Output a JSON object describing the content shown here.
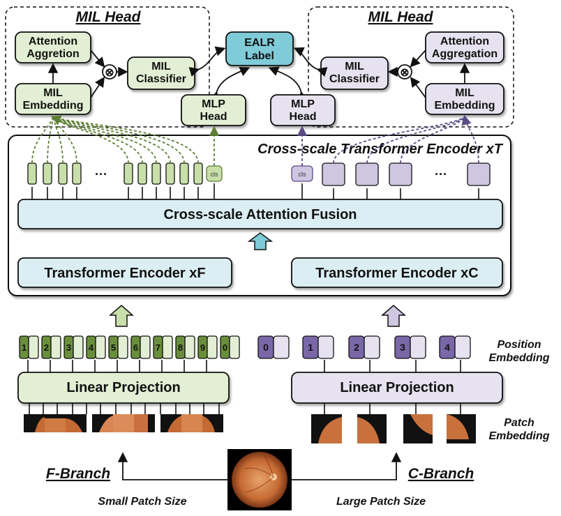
{
  "mil_left": {
    "title": "MIL Head",
    "attention": [
      "Attention",
      "Aggretion"
    ],
    "embedding": [
      "MIL",
      "Embedding"
    ],
    "classifier": [
      "MIL",
      "Classifier"
    ],
    "multiply": "⊗"
  },
  "mil_right": {
    "title": "MIL Head",
    "attention": [
      "Attention",
      "Aggregation"
    ],
    "embedding": [
      "MIL",
      "Embedding"
    ],
    "classifier": [
      "MIL",
      "Classifier"
    ],
    "multiply": "⊗"
  },
  "ealr": [
    "EALR",
    "Label"
  ],
  "mlp_left": [
    "MLP",
    "Head"
  ],
  "mlp_right": [
    "MLP",
    "Head"
  ],
  "encoder": {
    "title": "Cross-scale Transformer Encoder xT",
    "fusion": "Cross-scale Attention Fusion",
    "enc_f": "Transformer Encoder xF",
    "enc_c": "Transformer Encoder xC",
    "cls": "cls",
    "ellipsis": "···"
  },
  "position_embedding": [
    "Position",
    "Embedding"
  ],
  "patch_embedding": [
    "Patch",
    "Embedding"
  ],
  "f_tokens": [
    "1",
    "2",
    "3",
    "4",
    "5",
    "6",
    "7",
    "8",
    "9",
    "0"
  ],
  "c_tokens": [
    "0",
    "1",
    "2",
    "3",
    "4"
  ],
  "linear_projection": "Linear Projection",
  "f_branch": "F-Branch",
  "c_branch": "C-Branch",
  "small_patch": "Small Patch Size",
  "large_patch": "Large Patch Size",
  "colors": {
    "green_light": "#e3efd4",
    "green_dark": "#6a8f3c",
    "green_fill": "#c9dfaa",
    "purple_light": "#e6e2ef",
    "purple_dark": "#7a67a8",
    "purple_fill": "#cfc6e2",
    "blue": "#7fcbd8",
    "blue_light": "#dbeef3"
  }
}
